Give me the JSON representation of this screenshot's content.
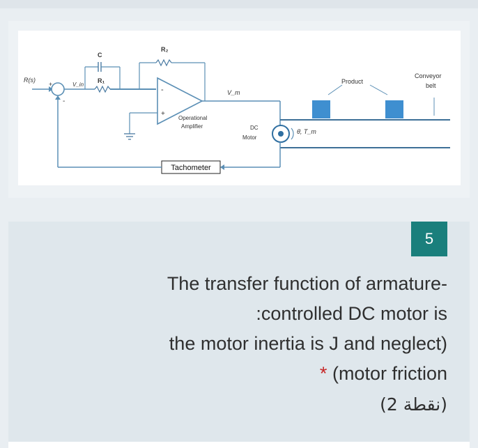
{
  "diagram": {
    "labels": {
      "R_s": "R(s)",
      "V_in": "V_in",
      "C": "C",
      "R1": "R₁",
      "R2": "R₂",
      "op_amp_line1": "Operational",
      "op_amp_line2": "Amplifier",
      "minus": "-",
      "plus": "+",
      "Vm": "V_m",
      "product": "Product",
      "conveyor_line1": "Conveyor",
      "conveyor_line2": "belt",
      "dc_line1": "DC",
      "dc_line2": "Motor",
      "theta_tm": "θ̇, T_m",
      "tachometer": "Tachometer",
      "sum_plus": "+",
      "sum_minus": "-"
    }
  },
  "question": {
    "number": "5",
    "line1": "The transfer function of armature-",
    "line2": ":controlled DC motor is",
    "line3": "the motor inertia is J and neglect)",
    "required_mark": "*",
    "line4": "(motor friction",
    "points": "(2 نقطة)"
  },
  "colors": {
    "accent": "#1a7f7c",
    "wire": "#5b8fb5",
    "product_blue": "#3f8fd0",
    "required": "#c62828"
  }
}
